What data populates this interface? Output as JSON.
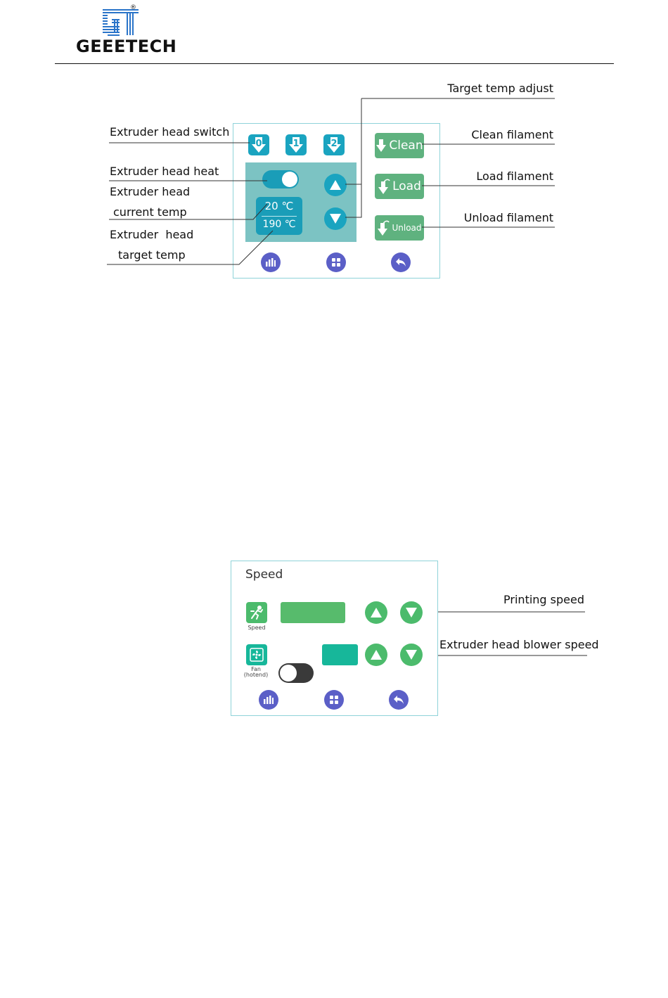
{
  "header": {
    "brand": "GEEETECH",
    "registered_mark": "®"
  },
  "extruder_figure": {
    "callouts": {
      "target_temp_adjust": "Target temp adjust",
      "extruder_head_switch": "Extruder head switch",
      "clean_filament": "Clean filament",
      "extruder_head_heat": "Extruder head heat",
      "load_filament": "Load filament",
      "extruder_head_current_line1": "Extruder head",
      "extruder_head_current_line2": "current temp",
      "unload_filament": "Unload filament",
      "extruder_head_target_line1": "Extruder  head",
      "extruder_head_target_line2": "target temp"
    },
    "nozzles": [
      "0",
      "1",
      "2"
    ],
    "current_temp": "20 ℃",
    "target_temp": "190 ℃",
    "buttons": {
      "clean": "Clean",
      "load": "Load",
      "unload": "Unload"
    },
    "heater_switch_on": true,
    "icons": [
      "nozzle-icon",
      "arrow-up-icon",
      "arrow-down-icon",
      "stats-icon",
      "menu-grid-icon",
      "back-icon"
    ]
  },
  "speed_figure": {
    "title": "Speed",
    "speed_icon_label": "Speed",
    "fan_icon_label_line1": "Fan",
    "fan_icon_label_line2": "(hotend)",
    "fan_switch_on": false,
    "callouts": {
      "printing_speed": "Printing speed",
      "blower_speed": "Extruder head blower speed"
    },
    "colors": {
      "speed_bar": "#57bb6c",
      "fan_bar": "#17b79a",
      "arrow_buttons": "#4cbb6c",
      "nav_buttons": "#5b5fc7"
    }
  }
}
